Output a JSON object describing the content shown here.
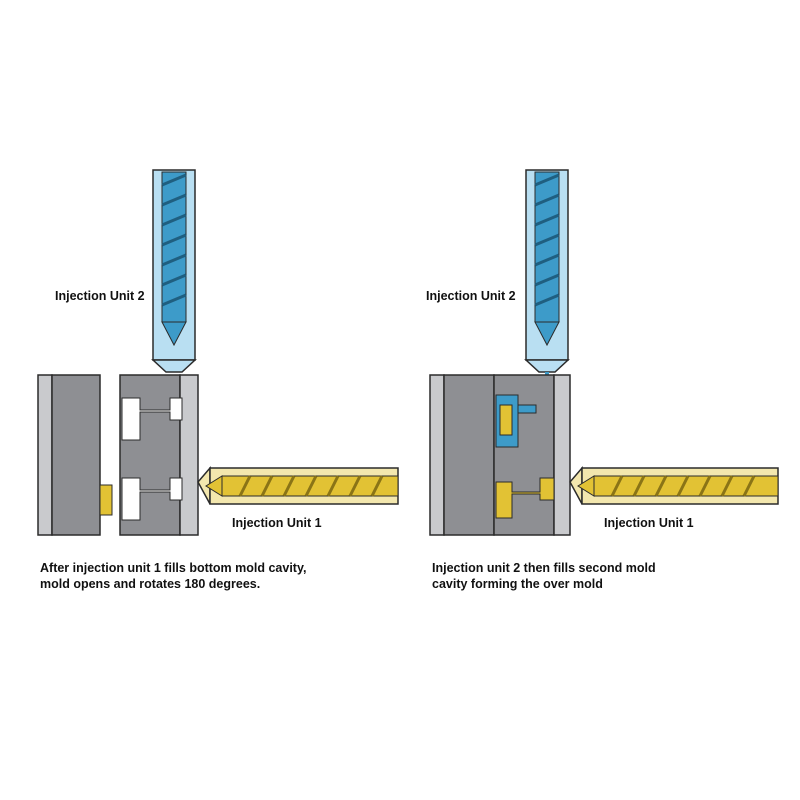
{
  "colors": {
    "mold_gray": "#8e8f93",
    "mold_light": "#c9cacd",
    "outline": "#2b2b2b",
    "blue_material": "#3d9bc9",
    "blue_barrel": "#b9dff2",
    "yellow_material": "#e2c234",
    "yellow_barrel": "#f3e7ae"
  },
  "panels": [
    {
      "unit2_label": "Injection Unit 2",
      "unit1_label": "Injection Unit 1",
      "caption": [
        "After injection unit 1 fills bottom mold cavity,",
        "mold opens and rotates 180 degrees."
      ]
    },
    {
      "unit2_label": "Injection Unit 2",
      "unit1_label": "Injection Unit 1",
      "caption": [
        "Injection unit 2 then fills second mold",
        "cavity forming the over mold"
      ]
    }
  ]
}
